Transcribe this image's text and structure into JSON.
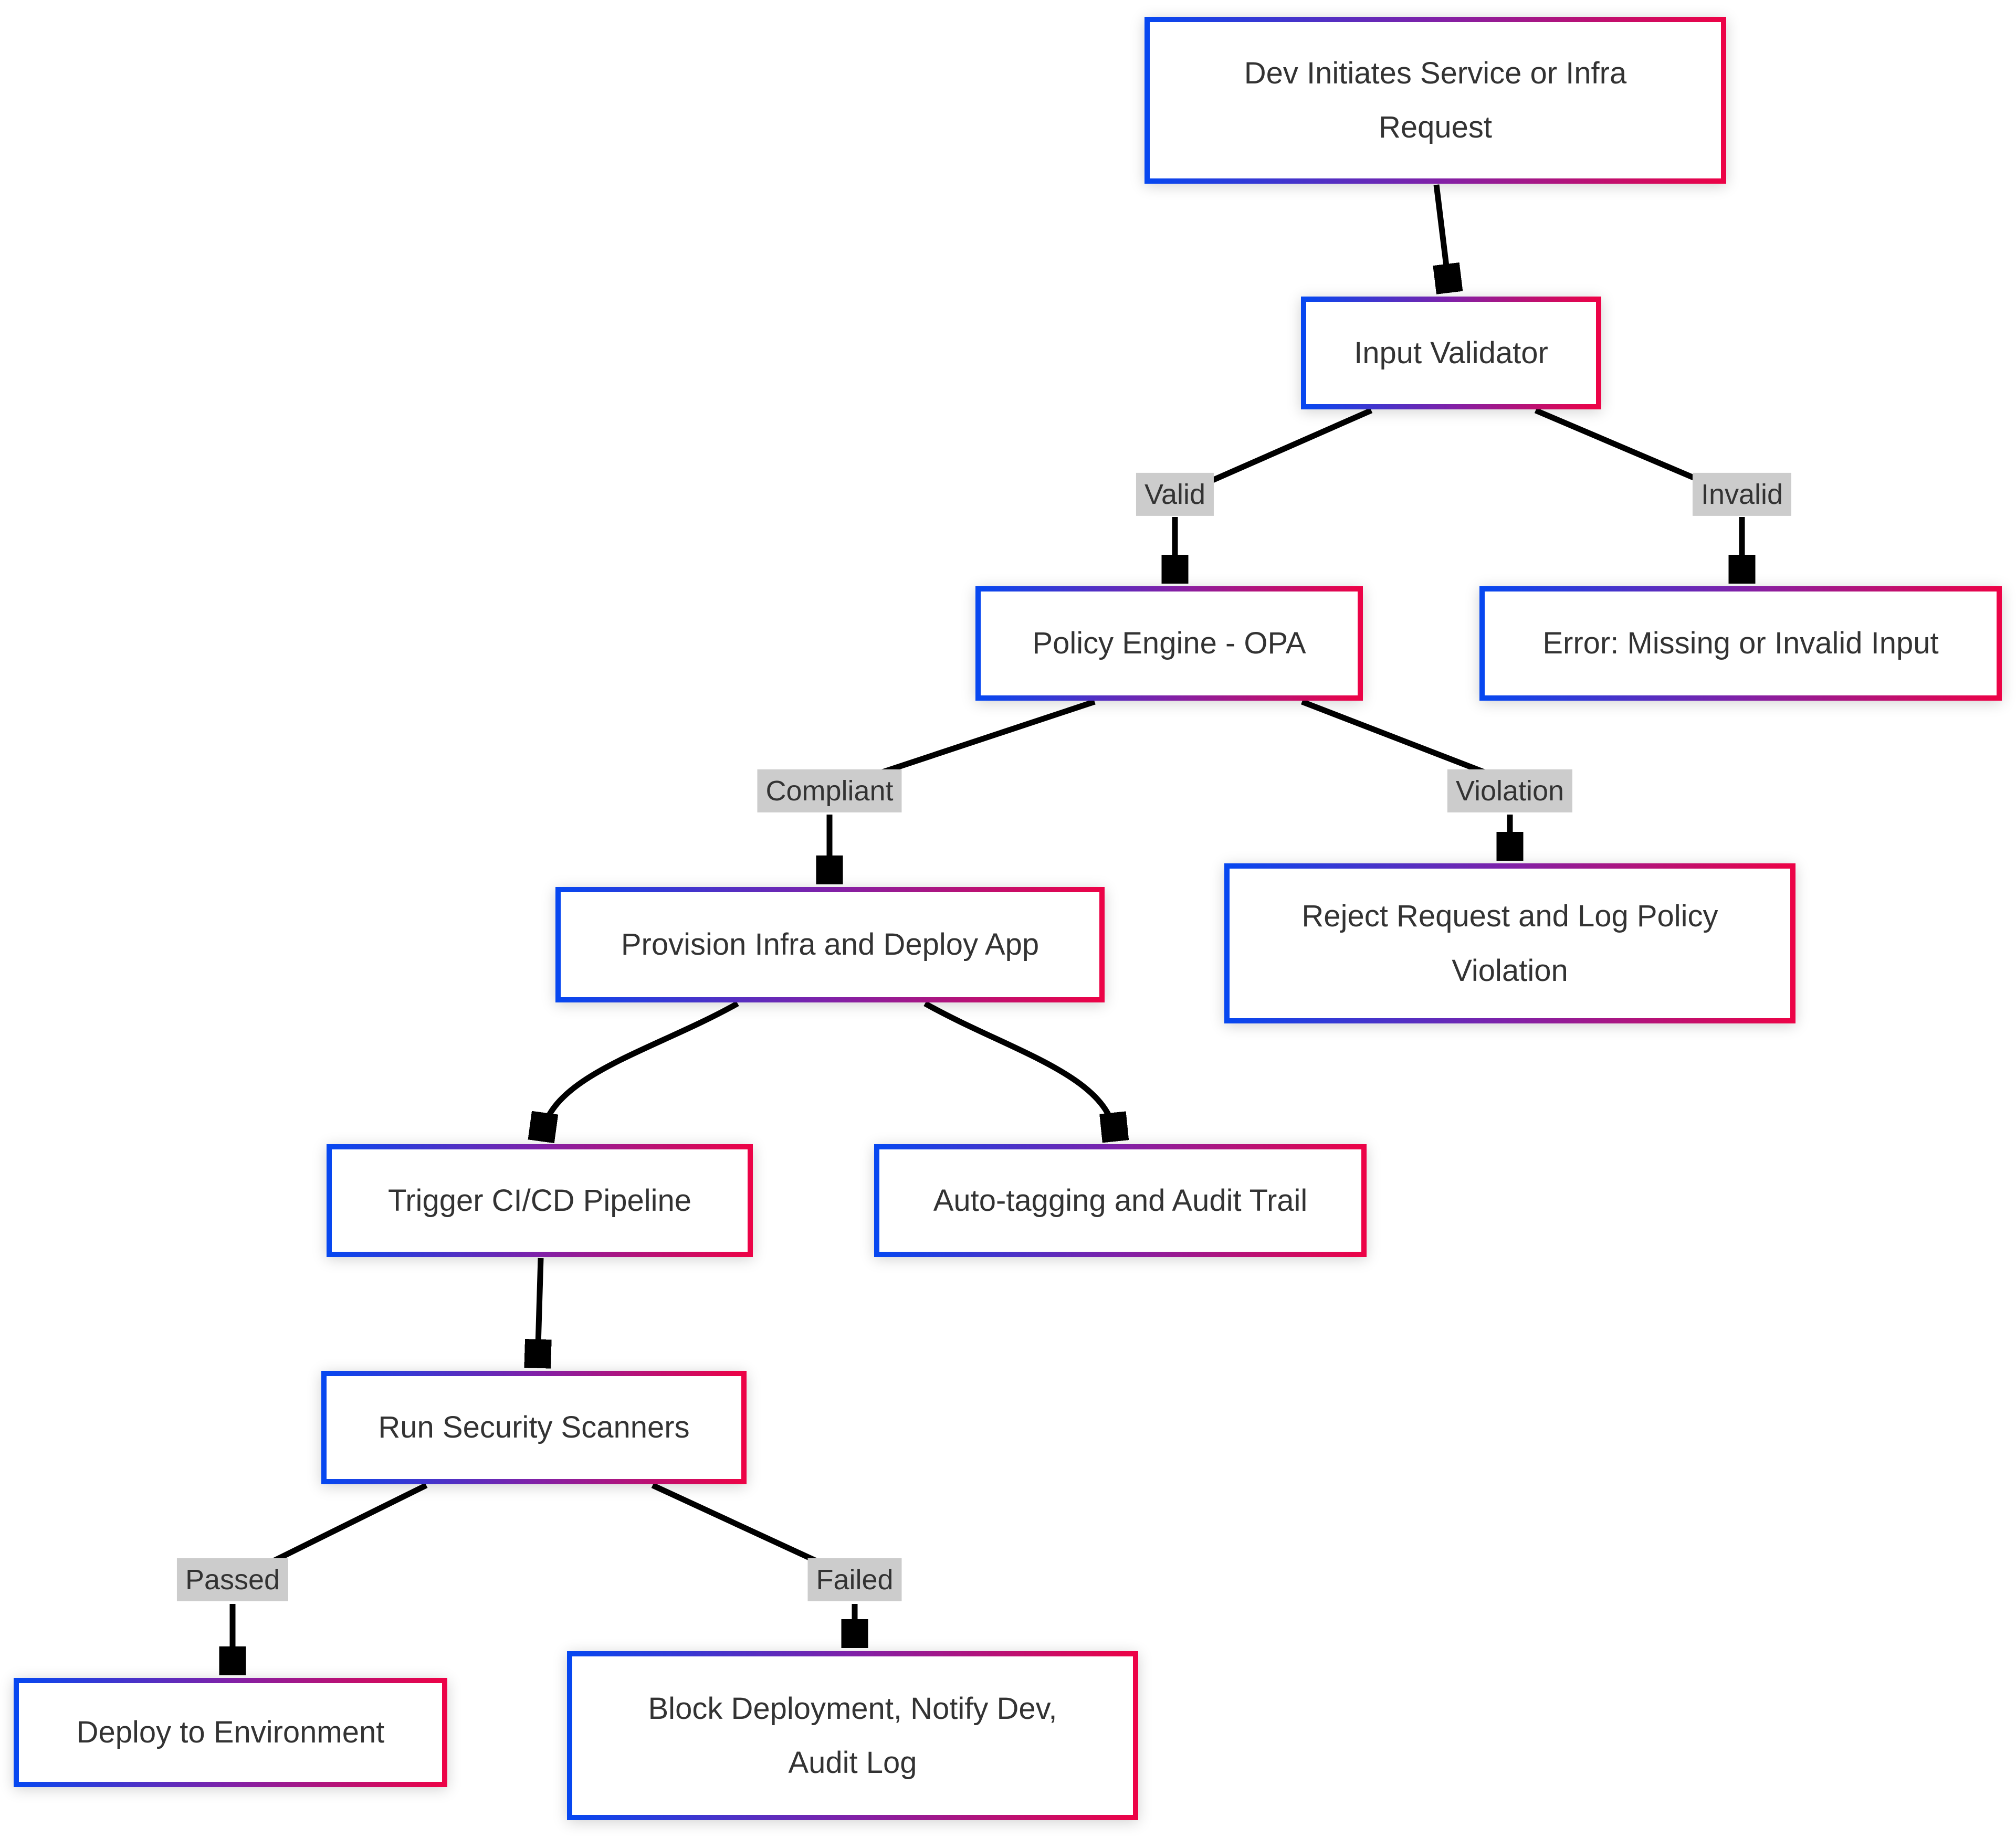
{
  "diagram": {
    "type": "flowchart",
    "direction": "top-down",
    "nodes": [
      {
        "id": "A",
        "label": "Dev Initiates Service or Infra Request"
      },
      {
        "id": "B",
        "label": "Input Validator"
      },
      {
        "id": "C",
        "label": "Policy Engine - OPA"
      },
      {
        "id": "D",
        "label": "Error: Missing or Invalid Input"
      },
      {
        "id": "E",
        "label": "Provision Infra and Deploy App"
      },
      {
        "id": "F",
        "label": "Reject Request and Log Policy Violation"
      },
      {
        "id": "G",
        "label": "Trigger CI/CD Pipeline"
      },
      {
        "id": "H",
        "label": "Auto-tagging and Audit Trail"
      },
      {
        "id": "I",
        "label": "Run Security Scanners"
      },
      {
        "id": "J",
        "label": "Deploy to Environment"
      },
      {
        "id": "K",
        "label": "Block Deployment, Notify Dev, Audit Log"
      }
    ],
    "edges": [
      {
        "from": "A",
        "to": "B",
        "label": ""
      },
      {
        "from": "B",
        "to": "C",
        "label": "Valid"
      },
      {
        "from": "B",
        "to": "D",
        "label": "Invalid"
      },
      {
        "from": "C",
        "to": "E",
        "label": "Compliant"
      },
      {
        "from": "C",
        "to": "F",
        "label": "Violation"
      },
      {
        "from": "E",
        "to": "G",
        "label": ""
      },
      {
        "from": "E",
        "to": "H",
        "label": ""
      },
      {
        "from": "G",
        "to": "I",
        "label": ""
      },
      {
        "from": "I",
        "to": "J",
        "label": "Passed"
      },
      {
        "from": "I",
        "to": "K",
        "label": "Failed"
      }
    ],
    "colors": {
      "node_fill": "#ffffff",
      "node_text": "#333333",
      "border_gradient_start": "#0747f0",
      "border_gradient_mid": "#8021a8",
      "border_gradient_end": "#ec0347",
      "edge_line": "#000000",
      "edge_label_bg": "#cccccc",
      "edge_label_text": "#333333",
      "background": "#ffffff"
    }
  }
}
